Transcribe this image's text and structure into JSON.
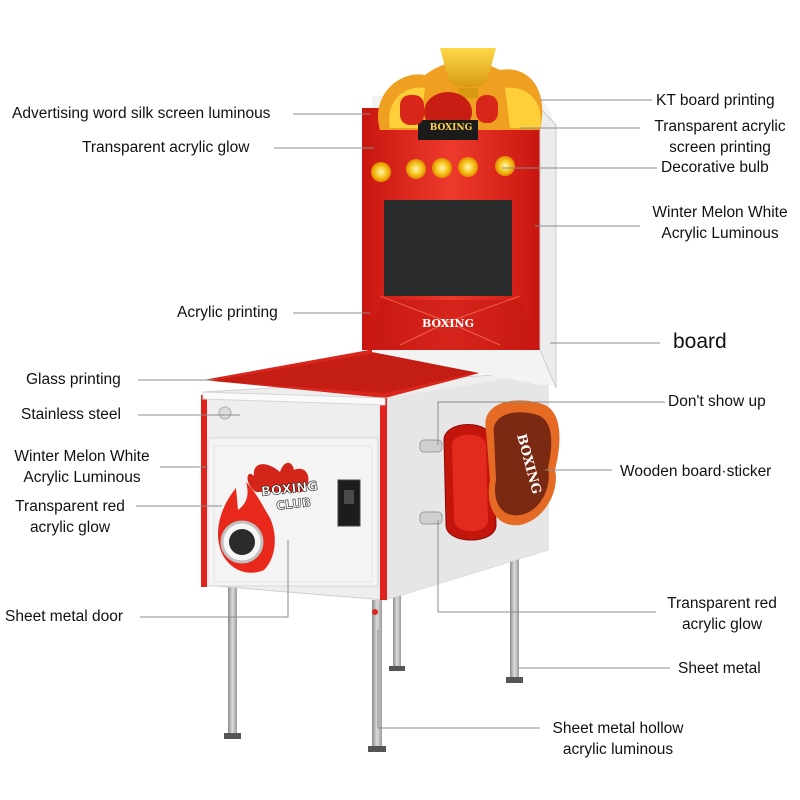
{
  "colors": {
    "cabinet_red": "#e0231c",
    "cabinet_white": "#f1f1f1",
    "screen": "#2a2a2a",
    "bulb": "#f6c21a",
    "leader_line": "#8c8c8c"
  },
  "machine": {
    "marquee_text": "BOXING",
    "backboard_text": "BOXING",
    "panel_text_1": "BOXING",
    "panel_text_2": "CLUB",
    "side_sign_text": "BOXING"
  },
  "labels": {
    "advertising_word": "Advertising word silk screen luminous",
    "transparent_acrylic_glow": "Transparent acrylic glow",
    "acrylic_printing": "Acrylic printing",
    "glass_printing": "Glass printing",
    "stainless_steel": "Stainless steel",
    "winter_melon_left_1": "Winter Melon White",
    "winter_melon_left_2": "Acrylic Luminous",
    "transparent_red_left_1": "Transparent red",
    "transparent_red_left_2": "acrylic glow",
    "sheet_metal_door": "Sheet metal door",
    "kt_board": "KT board printing",
    "transparent_acrylic_screen_1": "Transparent acrylic",
    "transparent_acrylic_screen_2": "screen printing",
    "decorative_bulb": "Decorative bulb",
    "winter_melon_right_1": "Winter Melon White",
    "winter_melon_right_2": "Acrylic Luminous",
    "board": "board",
    "dont_show_up": "Don't show up",
    "wooden_board_sticker": "Wooden board·sticker",
    "transparent_red_right_1": "Transparent red",
    "transparent_red_right_2": "acrylic glow",
    "sheet_metal": "Sheet metal",
    "sheet_metal_hollow_1": "Sheet metal hollow",
    "sheet_metal_hollow_2": "acrylic luminous"
  }
}
